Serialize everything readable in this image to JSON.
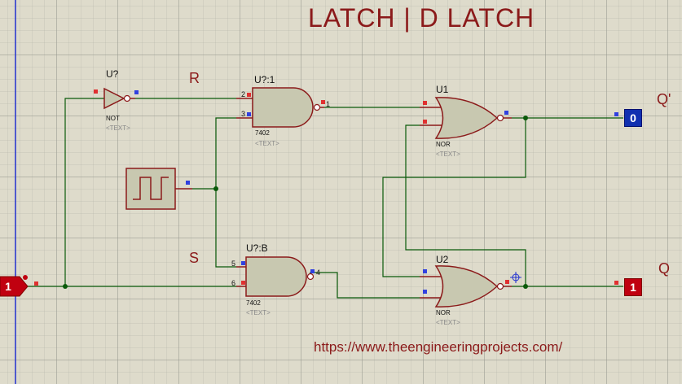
{
  "title": "LATCH |  D LATCH",
  "url": "https://www.theengineeringprojects.com/",
  "signal_labels": {
    "r": "R",
    "s": "S",
    "q_bar": "Q'",
    "q": "Q"
  },
  "components": {
    "not_gate": {
      "ref": "U?",
      "type": "NOT",
      "text": "<TEXT>"
    },
    "nand_top": {
      "ref": "U?:1",
      "type": "7402",
      "text": "<TEXT>",
      "pins": [
        "2",
        "3",
        "1"
      ]
    },
    "nand_bottom": {
      "ref": "U?:B",
      "type": "7402",
      "text": "<TEXT>",
      "pins": [
        "5",
        "6",
        "4"
      ]
    },
    "nor_top": {
      "ref": "U1",
      "type": "NOR",
      "text": "<TEXT>"
    },
    "nor_bottom": {
      "ref": "U2",
      "type": "NOR",
      "text": "<TEXT>"
    }
  },
  "probes": {
    "input_d": "1",
    "output_q_bar": "0",
    "output_q": "1"
  },
  "colors": {
    "wire": "#0a5a0a",
    "gate_fill": "#c8c8b0",
    "gate_stroke": "#8b1a1a",
    "title": "#8b1a1a",
    "pin_red": "#e03030",
    "pin_blue": "#3040e0"
  }
}
